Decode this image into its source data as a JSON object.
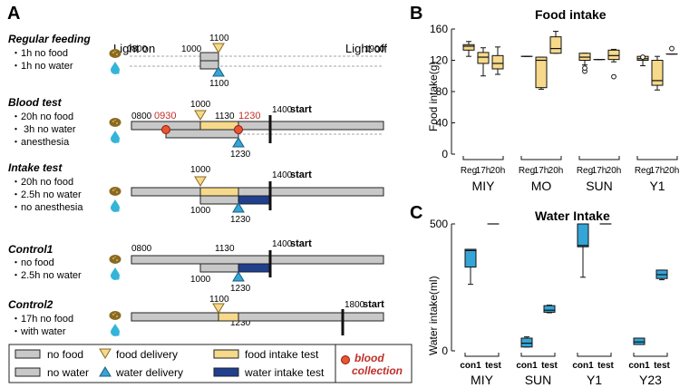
{
  "panel_a": {
    "letter": "A",
    "light_on": "Light on",
    "light_off": "Light off",
    "sections": [
      {
        "title": "Regular feeding",
        "items": [
          "・1h no food",
          "・1h no water"
        ],
        "t_start": "0800",
        "t_end": "1900",
        "t_food": "1000",
        "t_top": "1100",
        "t_bottom": "1100"
      },
      {
        "title": "Blood test",
        "items": [
          "・20h no food",
          "・  3h no water",
          "・anesthesia"
        ],
        "t_start": "0800",
        "t_b1": "0930",
        "t_top": "1000",
        "t_mid": "1130",
        "t_b2": "1230",
        "t_bottom": "1230",
        "t_1400": "1400",
        "start": "start"
      },
      {
        "title": "Intake test",
        "items": [
          "・20h no food",
          "・2.5h no water",
          "・no anesthesia"
        ],
        "t_top": "1000",
        "t_1000": "1000",
        "t_bottom": "1230",
        "t_1400": "1400",
        "start": "start"
      },
      {
        "title": "Control1",
        "items": [
          "・no food",
          "・2.5h no water"
        ],
        "t_start": "0800",
        "t_mid": "1130",
        "t_1000": "1000",
        "t_bottom": "1230",
        "t_1400": "1400",
        "start": "start"
      },
      {
        "title": "Control2",
        "items": [
          "・17h no food",
          "・with water"
        ],
        "t_top": "1100",
        "t_bottom": "1230",
        "t_1800": "1800",
        "start": "start"
      }
    ],
    "legend": {
      "no_food": "no food",
      "no_water": "no water",
      "food_delivery": "food delivery",
      "water_delivery": "water delivery",
      "food_intake_test": "food intake test",
      "water_intake_test": "water intake test",
      "blood_collection_1": "blood",
      "blood_collection_2": "collection"
    }
  },
  "colors": {
    "gray": "#c8c8c8",
    "food": "#f6d98a",
    "water": "#1f3f8f",
    "blue_marker": "#34a5d6",
    "red": "#c0302a"
  },
  "chart_data": [
    {
      "panel": "B",
      "type": "box",
      "title": "Food intake",
      "ylabel": "Food intake(g)",
      "ylim": [
        0,
        160
      ],
      "yticks": [
        "0",
        "40",
        "80",
        "120",
        "160"
      ],
      "groups": [
        "MIY",
        "MO",
        "SUN",
        "Y1"
      ],
      "categories": [
        "Reg",
        "17h",
        "20h"
      ],
      "boxes": [
        {
          "group": "MIY",
          "cat": "Reg",
          "min": 125,
          "q1": 133,
          "median": 138,
          "q3": 140,
          "max": 144
        },
        {
          "group": "MIY",
          "cat": "17h",
          "min": 100,
          "q1": 116,
          "median": 124,
          "q3": 130,
          "max": 136
        },
        {
          "group": "MIY",
          "cat": "20h",
          "min": 102,
          "q1": 109,
          "median": 116,
          "q3": 126,
          "max": 137
        },
        {
          "group": "MO",
          "cat": "Reg",
          "min": 125,
          "q1": 125,
          "median": 125,
          "q3": 125,
          "max": 125
        },
        {
          "group": "MO",
          "cat": "17h",
          "min": 83,
          "q1": 85,
          "median": 120,
          "q3": 124,
          "max": 124
        },
        {
          "group": "MO",
          "cat": "20h",
          "min": 129,
          "q1": 129,
          "median": 135,
          "q3": 150,
          "max": 157
        },
        {
          "group": "SUN",
          "cat": "Reg",
          "min": 114,
          "q1": 120,
          "median": 124,
          "q3": 129,
          "max": 129,
          "outliers": [
            106,
            110
          ]
        },
        {
          "group": "SUN",
          "cat": "17h",
          "min": 121,
          "q1": 121,
          "median": 121,
          "q3": 121,
          "max": 121
        },
        {
          "group": "SUN",
          "cat": "20h",
          "min": 118,
          "q1": 121,
          "median": 126,
          "q3": 133,
          "max": 134,
          "outliers": [
            99
          ]
        },
        {
          "group": "Y1",
          "cat": "Reg",
          "min": 113,
          "q1": 120,
          "median": 122,
          "q3": 125,
          "max": 125,
          "outliers": [
            124
          ]
        },
        {
          "group": "Y1",
          "cat": "17h",
          "min": 82,
          "q1": 88,
          "median": 94,
          "q3": 120,
          "max": 125
        },
        {
          "group": "Y1",
          "cat": "20h",
          "min": 128,
          "q1": 128,
          "median": 128,
          "q3": 128,
          "max": 128,
          "outliers": [
            135
          ]
        }
      ]
    },
    {
      "panel": "C",
      "type": "box",
      "title": "Water Intake",
      "ylabel": "Water intake(ml)",
      "ylim": [
        0,
        500
      ],
      "yticks": [
        "0",
        "500"
      ],
      "groups": [
        "MIY",
        "SUN",
        "Y1",
        "Y23"
      ],
      "categories": [
        "con1",
        "test"
      ],
      "boxes": [
        {
          "group": "MIY",
          "cat": "con1",
          "min": 262,
          "q1": 330,
          "median": 395,
          "q3": 400,
          "max": 400
        },
        {
          "group": "MIY",
          "cat": "test",
          "min": 500,
          "q1": 500,
          "median": 500,
          "q3": 500,
          "max": 500
        },
        {
          "group": "SUN",
          "cat": "con1",
          "min": 15,
          "q1": 15,
          "median": 30,
          "q3": 50,
          "max": 55
        },
        {
          "group": "SUN",
          "cat": "test",
          "min": 150,
          "q1": 152,
          "median": 160,
          "q3": 178,
          "max": 180
        },
        {
          "group": "Y1",
          "cat": "con1",
          "min": 290,
          "q1": 410,
          "median": 415,
          "q3": 500,
          "max": 500
        },
        {
          "group": "Y1",
          "cat": "test",
          "min": 500,
          "q1": 500,
          "median": 500,
          "q3": 500,
          "max": 500
        },
        {
          "group": "Y23",
          "cat": "con1",
          "min": 25,
          "q1": 25,
          "median": 35,
          "q3": 50,
          "max": 50
        },
        {
          "group": "Y23",
          "cat": "test",
          "min": 280,
          "q1": 285,
          "median": 300,
          "q3": 318,
          "max": 318
        }
      ]
    }
  ]
}
